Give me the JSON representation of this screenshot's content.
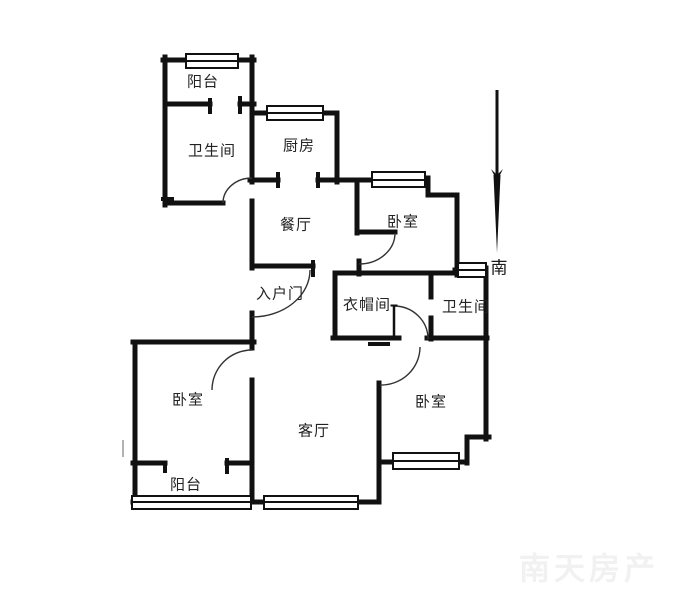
{
  "floor_plan": {
    "rooms": [
      {
        "id": "balcony-top",
        "label": "阳台"
      },
      {
        "id": "bathroom-top",
        "label": "卫生间"
      },
      {
        "id": "kitchen",
        "label": "厨房"
      },
      {
        "id": "dining-room",
        "label": "餐厅"
      },
      {
        "id": "bedroom-top",
        "label": "卧室"
      },
      {
        "id": "entry-door",
        "label": "入户门"
      },
      {
        "id": "cloakroom",
        "label": "衣帽间"
      },
      {
        "id": "bathroom-right",
        "label": "卫生间"
      },
      {
        "id": "bedroom-left",
        "label": "卧室"
      },
      {
        "id": "living-room",
        "label": "客厅"
      },
      {
        "id": "bedroom-right",
        "label": "卧室"
      },
      {
        "id": "balcony-bottom",
        "label": "阳台"
      }
    ],
    "compass": {
      "south_label": "南"
    },
    "watermark": {
      "text": "南天房产",
      "color": "#f1f1f1"
    },
    "colors": {
      "wall": "#111111",
      "door_arc": "#333333",
      "window_border": "#111111",
      "label": "#222222",
      "background": "#ffffff"
    }
  }
}
